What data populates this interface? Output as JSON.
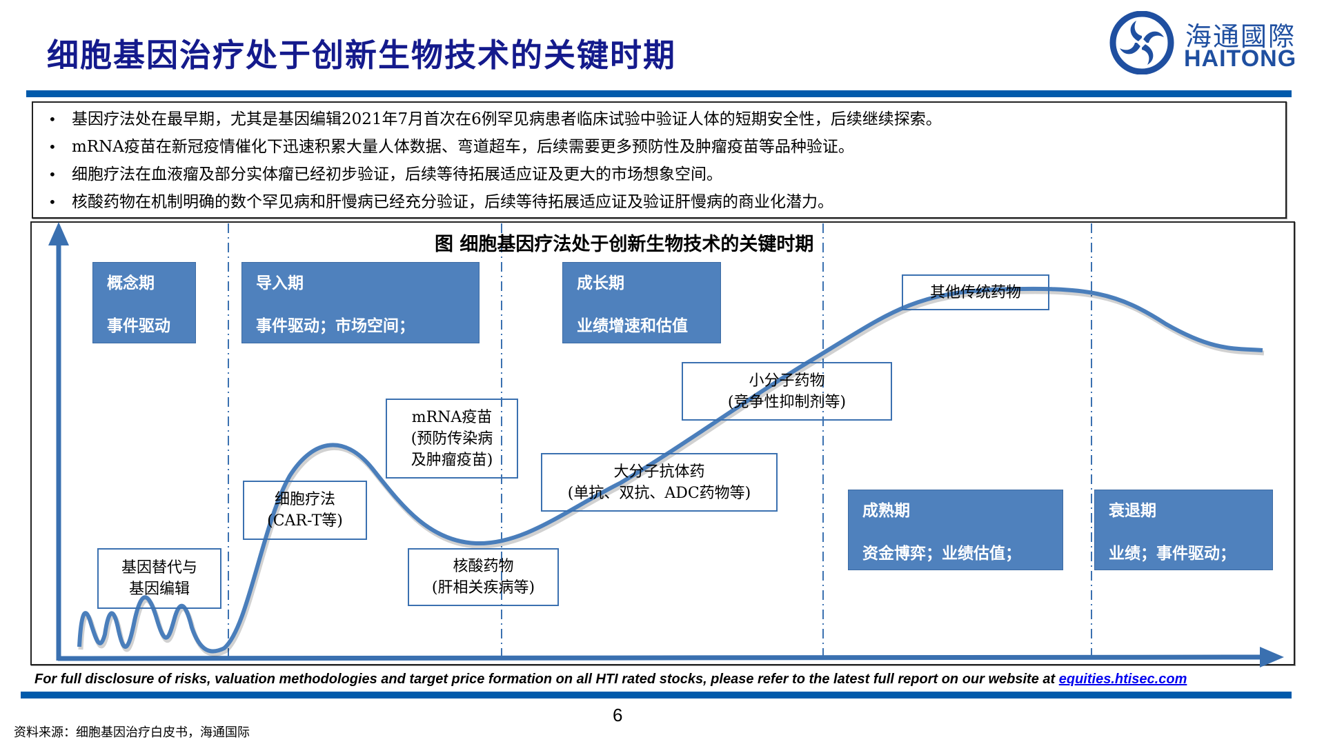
{
  "header": {
    "title": "细胞基因治疗处于创新生物技术的关键时期",
    "logo": {
      "cn": "海通國際",
      "en": "HAITONG",
      "icon": "haitong-swirl-logo-icon",
      "color": "#1f4fa0"
    }
  },
  "colors": {
    "brand_bar": "#005aab",
    "title": "#141a8c",
    "phase_box": "#4f81bd",
    "curve": "#4a7ebb"
  },
  "bullets": [
    "基因疗法处在最早期，尤其是基因编辑2021年7月首次在6例罕见病患者临床试验中验证人体的短期安全性，后续继续探索。",
    "mRNA疫苗在新冠疫情催化下迅速积累大量人体数据、弯道超车，后续需要更多预防性及肿瘤疫苗等品种验证。",
    "细胞疗法在血液瘤及部分实体瘤已经初步验证，后续等待拓展适应证及更大的市场想象空间。",
    "核酸药物在机制明确的数个罕见病和肝慢病已经充分验证，后续等待拓展适应证及验证肝慢病的商业化潜力。"
  ],
  "figure": {
    "title": "图  细胞基因疗法处于创新生物技术的关键时期",
    "phases": [
      {
        "name": "概念期",
        "desc": "事件驱动"
      },
      {
        "name": "导入期",
        "desc": "事件驱动；市场空间；"
      },
      {
        "name": "成长期",
        "desc": "业绩增速和估值"
      },
      {
        "name": "成熟期",
        "desc": "资金博弈；业绩估值；"
      },
      {
        "name": "衰退期",
        "desc": "业绩；事件驱动；"
      }
    ],
    "technologies": [
      {
        "line1": "基因替代与",
        "line2": "基因编辑"
      },
      {
        "line1": "细胞疗法",
        "line2": "(CAR-T等)"
      },
      {
        "line1": "mRNA疫苗",
        "line2": "(预防传染病",
        "line3": "及肿瘤疫苗)"
      },
      {
        "line1": "核酸药物",
        "line2": "(肝相关疾病等)"
      },
      {
        "line1": "大分子抗体药",
        "line2": "(单抗、双抗、ADC药物等)"
      },
      {
        "line1": "小分子药物",
        "line2": "(竞争性抑制剂等)"
      },
      {
        "line1": "其他传统药物"
      }
    ]
  },
  "footer": {
    "disclaimer": "For full disclosure of risks, valuation methodologies and target price formation on all HTI rated stocks, please refer to the latest full report on our website at ",
    "link": "equities.htisec.com",
    "page_number": "6",
    "source": "资料来源：细胞基因治疗白皮书，海通国际"
  }
}
